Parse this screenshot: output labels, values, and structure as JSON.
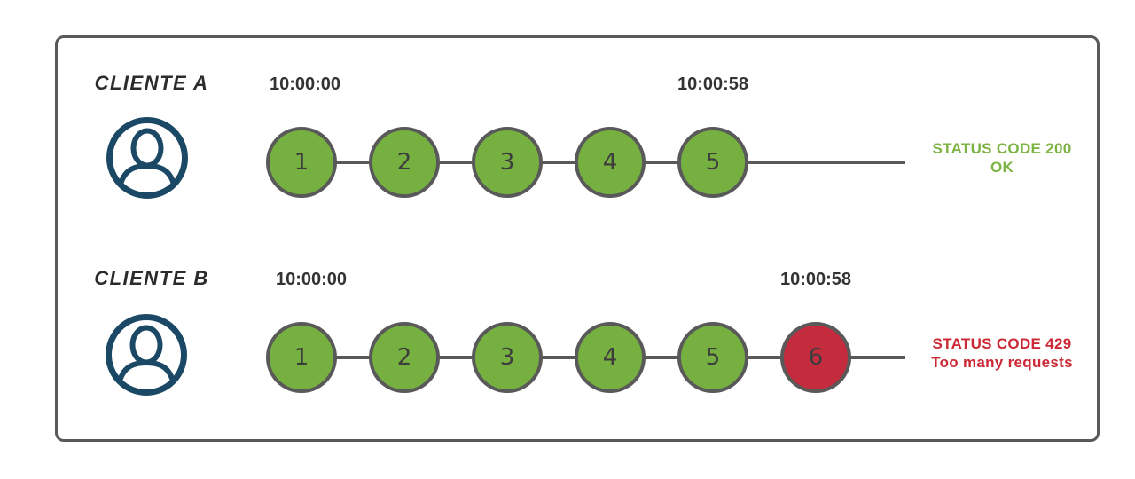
{
  "diagram": {
    "type": "rate-limit-comparison",
    "frame_border_color": "#595959"
  },
  "colors": {
    "request_ok_fill": "#76B041",
    "request_error_fill": "#C42B3D",
    "circle_border": "#595959",
    "timeline_line": "#595959",
    "avatar_icon": "#1B4965",
    "timestamp_text": "#333333",
    "client_label_text": "#2B2B2B",
    "status_ok_text": "#7CB342",
    "status_error_text": "#CC2936"
  },
  "rows": [
    {
      "client_label": "CLIENTE A",
      "start_time": "10:00:00",
      "end_time": "10:00:58",
      "requests": [
        {
          "label": "1",
          "status": "ok"
        },
        {
          "label": "2",
          "status": "ok"
        },
        {
          "label": "3",
          "status": "ok"
        },
        {
          "label": "4",
          "status": "ok"
        },
        {
          "label": "5",
          "status": "ok"
        }
      ],
      "status": {
        "line1": "STATUS CODE 200",
        "line2": "OK",
        "type": "ok"
      }
    },
    {
      "client_label": "CLIENTE B",
      "start_time": "10:00:00",
      "end_time": "10:00:58",
      "requests": [
        {
          "label": "1",
          "status": "ok"
        },
        {
          "label": "2",
          "status": "ok"
        },
        {
          "label": "3",
          "status": "ok"
        },
        {
          "label": "4",
          "status": "ok"
        },
        {
          "label": "5",
          "status": "ok"
        },
        {
          "label": "6",
          "status": "error"
        }
      ],
      "status": {
        "line1": "STATUS CODE 429",
        "line2": "Too many requests",
        "type": "error"
      }
    }
  ]
}
